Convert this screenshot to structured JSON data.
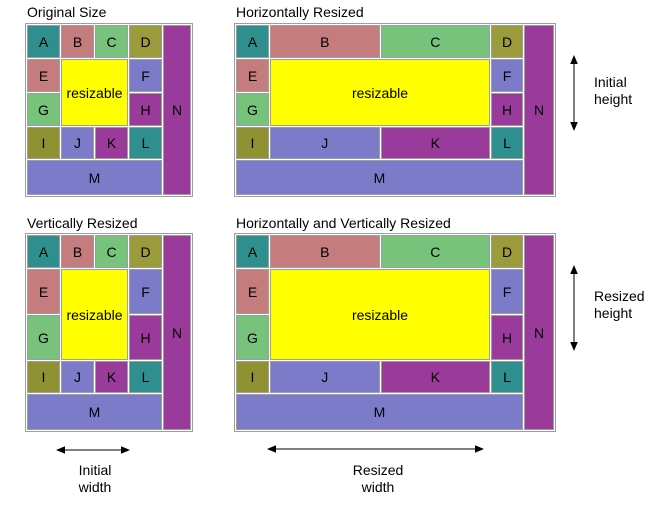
{
  "colors": {
    "teal": "#2F8E8E",
    "rose": "#C47C7C",
    "green": "#77C37B",
    "olive": "#9B9B3C",
    "olive_dark": "#8F9133",
    "periwinkle": "#7B7BC9",
    "purple": "#9A3A9A",
    "yellow": "#FFFF00",
    "frame": "#9E9E9E"
  },
  "panels": {
    "original": {
      "title": "Original Size"
    },
    "horizontal": {
      "title": "Horizontally Resized"
    },
    "vertical": {
      "title": "Vertically Resized"
    },
    "both": {
      "title": "Horizontally and Vertically Resized"
    }
  },
  "blocks": {
    "A": "A",
    "B": "B",
    "C": "C",
    "D": "D",
    "E": "E",
    "F": "F",
    "G": "G",
    "H": "H",
    "I": "I",
    "J": "J",
    "K": "K",
    "L": "L",
    "M": "M",
    "N": "N",
    "resizable": "resizable"
  },
  "measures": {
    "initial_height": {
      "line1": "Initial",
      "line2": "height"
    },
    "resized_height": {
      "line1": "Resized",
      "line2": "height"
    },
    "initial_width": {
      "line1": "Initial",
      "line2": "width"
    },
    "resized_width": {
      "line1": "Resized",
      "line2": "width"
    }
  }
}
